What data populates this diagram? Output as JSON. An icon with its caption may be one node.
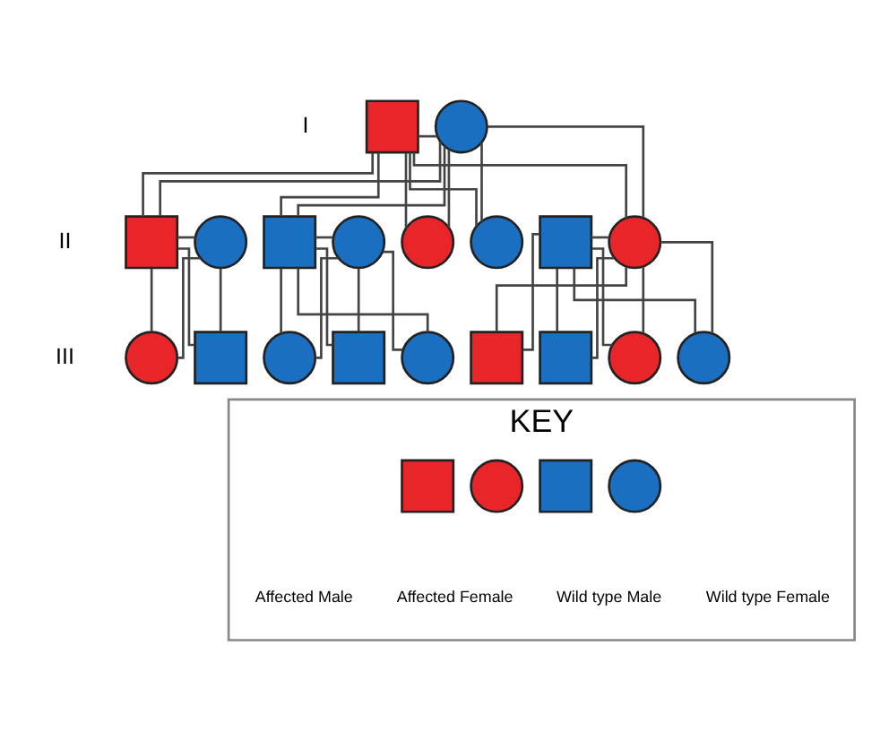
{
  "diagram": {
    "nodes": [
      {
        "text": [],
        "shape": "box"
      },
      {
        "text": [],
        "shape": "circle"
      },
      {
        "text": [],
        "shape": "box"
      },
      {
        "text": [],
        "shape": "circle"
      },
      {
        "text": [],
        "shape": "box"
      },
      {
        "text": [],
        "shape": "circle"
      },
      {
        "text": [],
        "shape": "circle"
      },
      {
        "text": [],
        "shape": "circle"
      },
      {
        "text": [],
        "shape": "box"
      },
      {
        "text": [],
        "shape": "circle"
      },
      {
        "text": [],
        "shape": "circle"
      },
      {
        "text": [],
        "shape": "box"
      },
      {
        "text": [],
        "shape": "circle"
      },
      {
        "text": [],
        "shape": "box"
      },
      {
        "text": [],
        "shape": "circle"
      },
      {
        "text": [],
        "shape": "box"
      },
      {
        "text": [],
        "shape": "box"
      },
      {
        "text": [],
        "shape": "circle"
      },
      {
        "text": [],
        "shape": "circle"
      },
      {
        "text": [
          "KEY"
        ]
      },
      {
        "text": [],
        "shape": "box",
        "in": 19
      },
      {
        "text": [],
        "shape": "circle",
        "in": 19
      },
      {
        "text": [],
        "shape": "box",
        "in": 19
      },
      {
        "text": [],
        "shape": "circle",
        "in": 19
      }
    ],
    "edges": [
      {
        "from": 0,
        "to": 1,
        "arrow": "none"
      },
      {
        "from": 0,
        "to": 2,
        "arrow": "none"
      },
      {
        "from": 1,
        "to": 2,
        "arrow": "none"
      },
      {
        "from": 0,
        "to": 4,
        "arrow": "none"
      },
      {
        "from": 1,
        "to": 4,
        "arrow": "none"
      },
      {
        "from": 0,
        "to": 6,
        "arrow": "none"
      },
      {
        "from": 1,
        "to": 6,
        "arrow": "none"
      },
      {
        "from": 0,
        "to": 7,
        "arrow": "none"
      },
      {
        "from": 1,
        "to": 7,
        "arrow": "none"
      },
      {
        "from": 0,
        "to": 9,
        "arrow": "none"
      },
      {
        "from": 1,
        "to": 9,
        "arrow": "none"
      },
      {
        "from": 2,
        "to": 3,
        "arrow": "none"
      },
      {
        "from": 4,
        "to": 5,
        "arrow": "none"
      },
      {
        "from": 8,
        "to": 9,
        "arrow": "none"
      },
      {
        "from": 2,
        "to": 10,
        "arrow": "none"
      },
      {
        "from": 3,
        "to": 10,
        "arrow": "none"
      },
      {
        "from": 2,
        "to": 11,
        "arrow": "none"
      },
      {
        "from": 3,
        "to": 11,
        "arrow": "none"
      },
      {
        "from": 4,
        "to": 12,
        "arrow": "none"
      },
      {
        "from": 5,
        "to": 12,
        "arrow": "none"
      },
      {
        "from": 4,
        "to": 13,
        "arrow": "none"
      },
      {
        "from": 5,
        "to": 13,
        "arrow": "none"
      },
      {
        "from": 4,
        "to": 14,
        "arrow": "none"
      },
      {
        "from": 5,
        "to": 14,
        "arrow": "none"
      },
      {
        "from": 8,
        "to": 15,
        "arrow": "none"
      },
      {
        "from": 9,
        "to": 15,
        "arrow": "none"
      },
      {
        "from": 8,
        "to": 16,
        "arrow": "none"
      },
      {
        "from": 9,
        "to": 16,
        "arrow": "none"
      },
      {
        "from": 8,
        "to": 17,
        "arrow": "none"
      },
      {
        "from": 9,
        "to": 17,
        "arrow": "none"
      },
      {
        "from": 8,
        "to": 18,
        "arrow": "none"
      },
      {
        "from": 9,
        "to": 18,
        "arrow": "none"
      }
    ],
    "labels": [
      "I",
      "II",
      "III"
    ],
    "legend": [
      {
        "text": "Affected Male"
      },
      {
        "text": "Affected Female"
      },
      {
        "text": "Wild type Male"
      },
      {
        "text": "Wild type Female"
      }
    ]
  }
}
